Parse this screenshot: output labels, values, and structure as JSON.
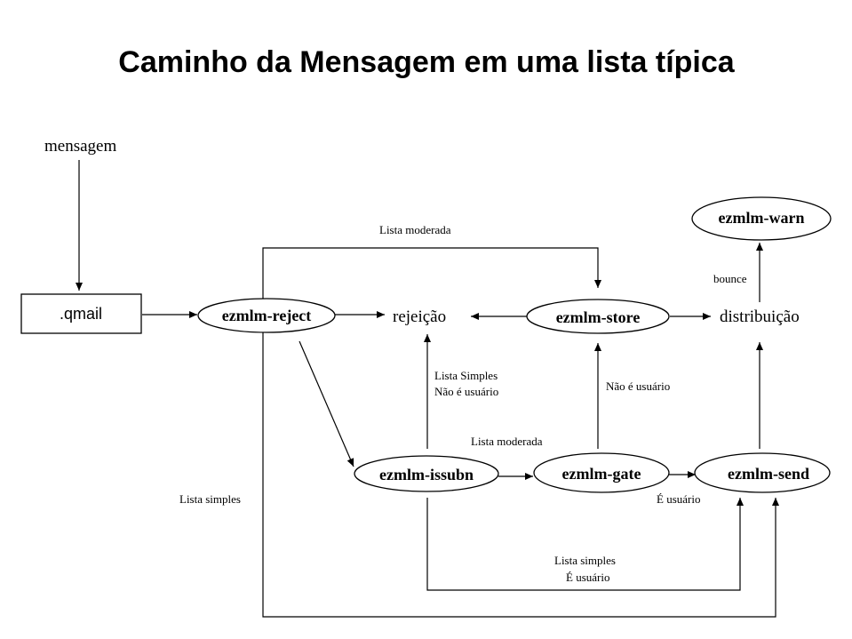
{
  "title": "Caminho da Mensagem em uma lista típica",
  "nodes": {
    "mensagem": "mensagem",
    "qmail": ".qmail",
    "reject": "ezmlm-reject",
    "rejeicao": "rejeição",
    "store": "ezmlm-store",
    "distribuicao": "distribuição",
    "warn": "ezmlm-warn",
    "issubn": "ezmlm-issubn",
    "gate": "ezmlm-gate",
    "send": "ezmlm-send"
  },
  "edge_labels": {
    "lista_moderada_top": "Lista moderada",
    "bounce": "bounce",
    "lista_simples_nao_usuario_1": "Lista Simples",
    "lista_simples_nao_usuario_2": "Não é usuário",
    "nao_e_usuario": "Não é usuário",
    "lista_moderada_mid": "Lista moderada",
    "lista_simples_left": "Lista simples",
    "e_usuario": "É usuário",
    "lista_simples_bottom_1": "Lista simples",
    "lista_simples_bottom_2": "É usuário"
  }
}
